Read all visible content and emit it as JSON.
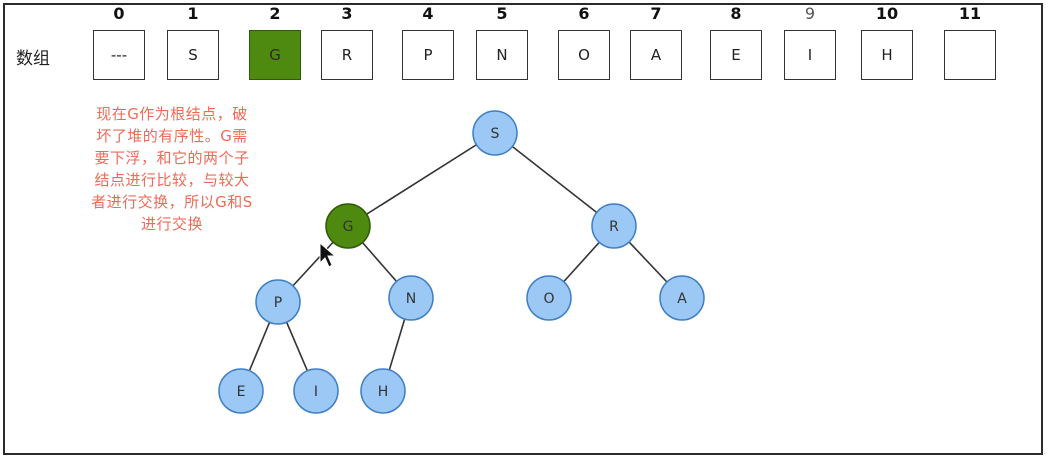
{
  "array": {
    "label": "数组",
    "indices": [
      "0",
      "1",
      "2",
      "3",
      "4",
      "5",
      "6",
      "7",
      "8",
      "9",
      "10",
      "11"
    ],
    "cells": [
      "---",
      "S",
      "G",
      "R",
      "P",
      "N",
      "O",
      "A",
      "E",
      "I",
      "H",
      ""
    ],
    "highlight_index": 2,
    "highlight_color": "#4f8a10"
  },
  "tree": {
    "node_color": "#9cc8f5",
    "node_border": "#3f7fc4",
    "highlight_color": "#4f8a10",
    "nodes": [
      "S",
      "G",
      "R",
      "P",
      "N",
      "O",
      "A",
      "E",
      "I",
      "H"
    ],
    "highlight_node": "G"
  },
  "note": {
    "lines": [
      "现在G作为根结点，破",
      "坏了堆的有序性。G需",
      "要下浮，和它的两个子",
      "结点进行比较，与较大",
      "者进行交换，所以G和S",
      "进行交换"
    ],
    "color": "#f06a58"
  }
}
